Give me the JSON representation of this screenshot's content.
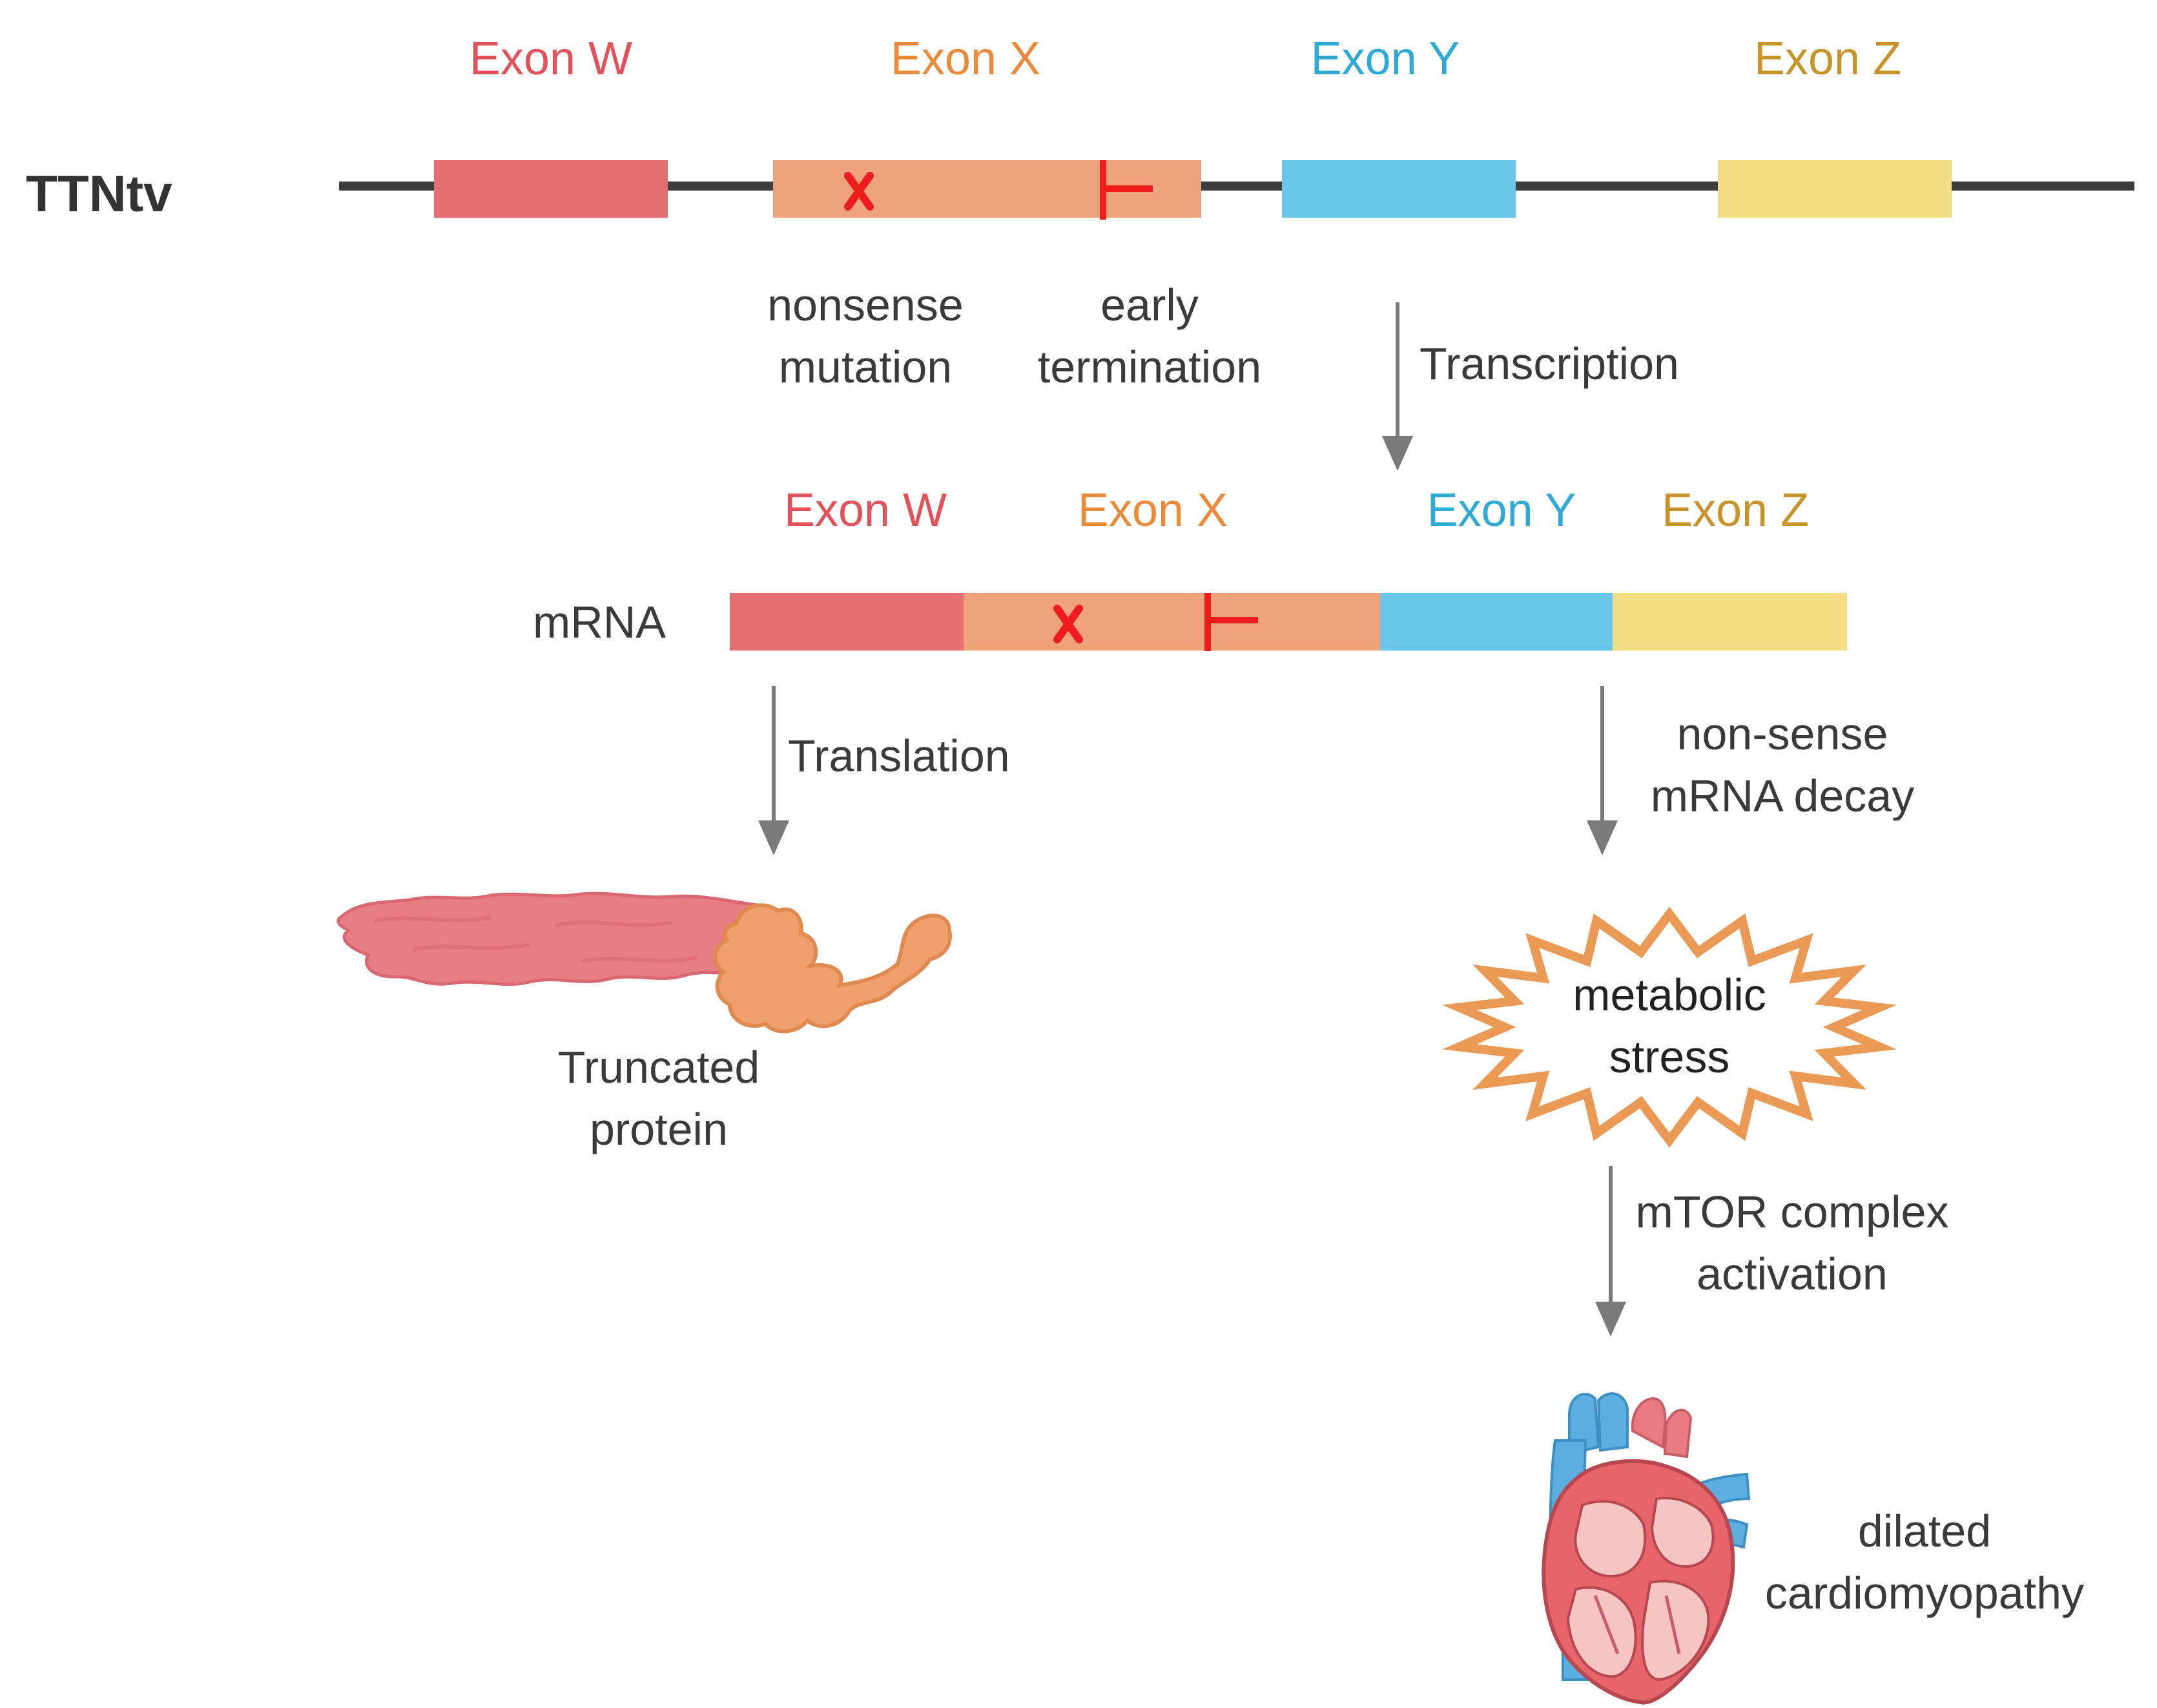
{
  "colors": {
    "exon_w": "#E36F70",
    "exon_x": "#EFA37B",
    "exon_y": "#6AC6E8",
    "exon_z": "#F4DE85",
    "label_w": "#E2525A",
    "label_x": "#EC8A3C",
    "label_y": "#2FA9D6",
    "label_z": "#C8942A",
    "mutation_red": "#EE1C1C",
    "gene_line": "#3d3d3d",
    "arrow_gray": "#7a7a7a",
    "stress_outline": "#EB9A55",
    "protein_pink": "#E77E85",
    "protein_orange": "#F0A06D"
  },
  "gene": {
    "name": "TTNtv",
    "exon_labels": [
      "Exon W",
      "Exon X",
      "Exon Y",
      "Exon Z"
    ],
    "annotations": {
      "nonsense": [
        "nonsense",
        "mutation"
      ],
      "early_termination": [
        "early",
        "termination"
      ]
    }
  },
  "steps": {
    "transcription": "Transcription",
    "translation": "Translation",
    "decay": [
      "non-sense",
      "mRNA decay"
    ],
    "mtor": [
      "mTOR complex",
      "activation"
    ]
  },
  "mrna": {
    "label": "mRNA",
    "exon_labels": [
      "Exon W",
      "Exon X",
      "Exon Y",
      "Exon Z"
    ]
  },
  "outcomes": {
    "protein": [
      "Truncated",
      "protein"
    ],
    "stress": [
      "metabolic",
      "stress"
    ],
    "disease": [
      "dilated",
      "cardiomyopathy"
    ]
  },
  "icons": {
    "mutation": "x-mark-icon",
    "stop": "stop-codon-icon",
    "protein": "truncated-protein-icon",
    "stress": "starburst-icon",
    "heart": "heart-icon"
  }
}
